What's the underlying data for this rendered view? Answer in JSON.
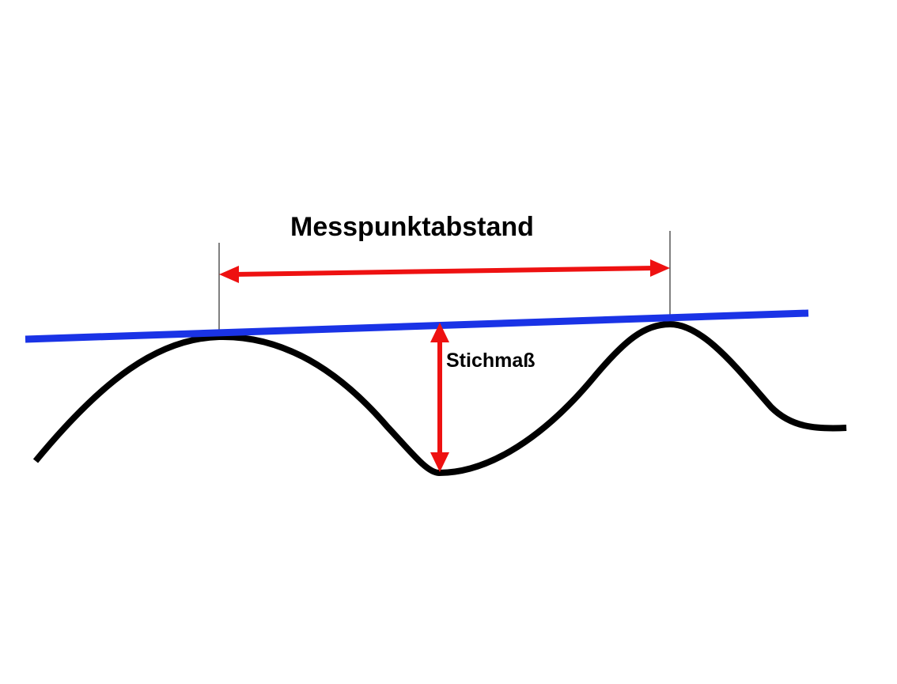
{
  "labels": {
    "span_label": "Messpunktabstand",
    "depth_label": "Stichmaß"
  },
  "colors": {
    "background": "#ffffff",
    "profile_curve": "#000000",
    "reference_line": "#1a33e6",
    "dimension_arrows": "#ee1111",
    "extension_lines": "#000000",
    "text": "#000000"
  },
  "icons": {
    "span_arrow": "double-headed-horizontal-arrow",
    "depth_arrow": "double-headed-vertical-arrow"
  }
}
